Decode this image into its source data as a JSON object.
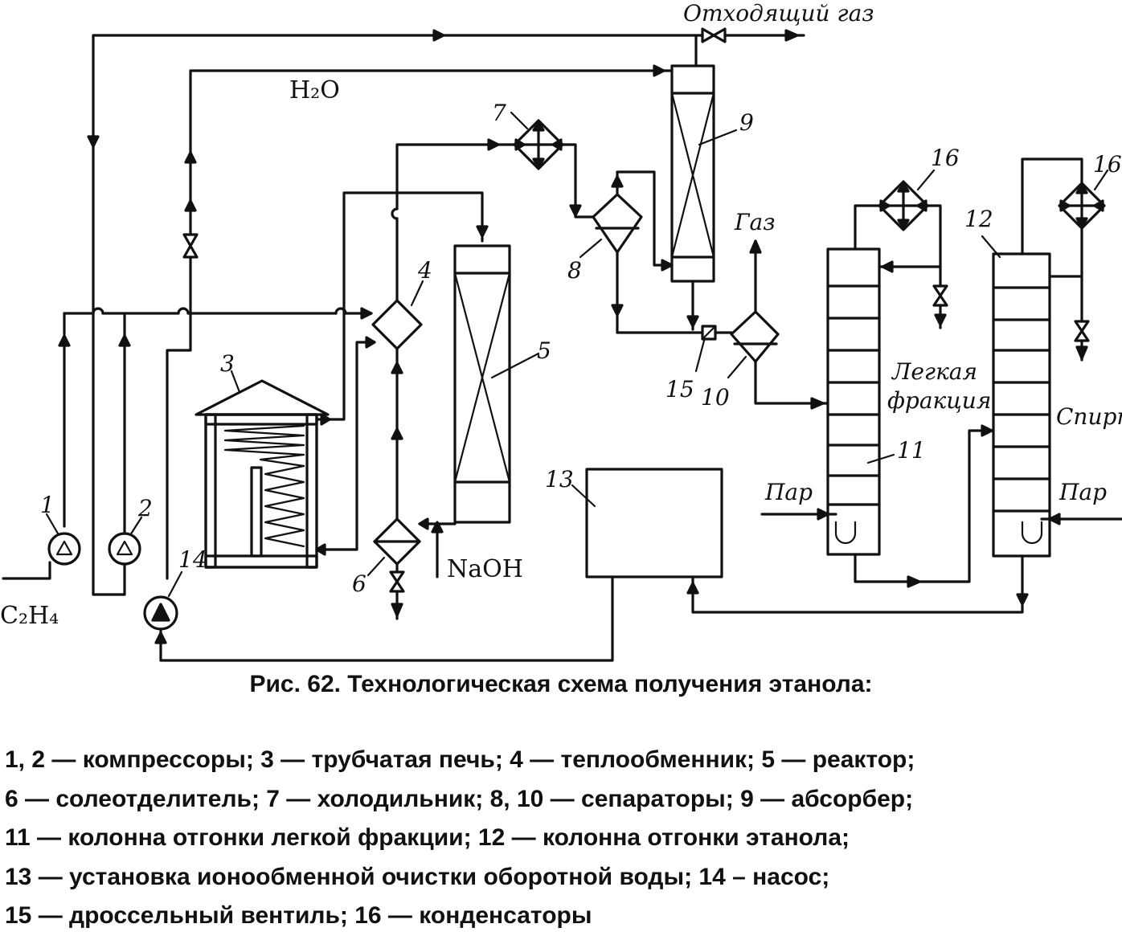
{
  "diagram": {
    "labels": {
      "off_gas": "Отходящий газ",
      "water": "H₂O",
      "gas": "Газ",
      "light_fraction_line1": "Легкая",
      "light_fraction_line2": "фракция",
      "alcohol": "Спирт",
      "steam_left": "Пар",
      "steam_right": "Пар",
      "naoh": "NaOH",
      "ethylene": "C₂H₄"
    },
    "numbers": {
      "n1": "1",
      "n2": "2",
      "n3": "3",
      "n4": "4",
      "n5": "5",
      "n6": "6",
      "n7": "7",
      "n8": "8",
      "n9": "9",
      "n10": "10",
      "n11": "11",
      "n12": "12",
      "n13": "13",
      "n14": "14",
      "n15": "15",
      "n16a": "16",
      "n16b": "16"
    }
  },
  "caption": "Рис. 62. Технологическая схема получения этанола:",
  "legend": [
    "1, 2 — компрессоры; 3 — трубчатая печь; 4 — теплообменник; 5 — реактор;",
    "6 — солеотделитель; 7 — холодильник; 8, 10 — сепараторы; 9 — абсорбер;",
    "11 — колонна отгонки легкой фракции; 12 — колонна отгонки этанола;",
    "13 — установка ионообменной очистки оборотной воды; 14 – насос;",
    "15 — дроссельный вентиль; 16 — конденсаторы"
  ]
}
